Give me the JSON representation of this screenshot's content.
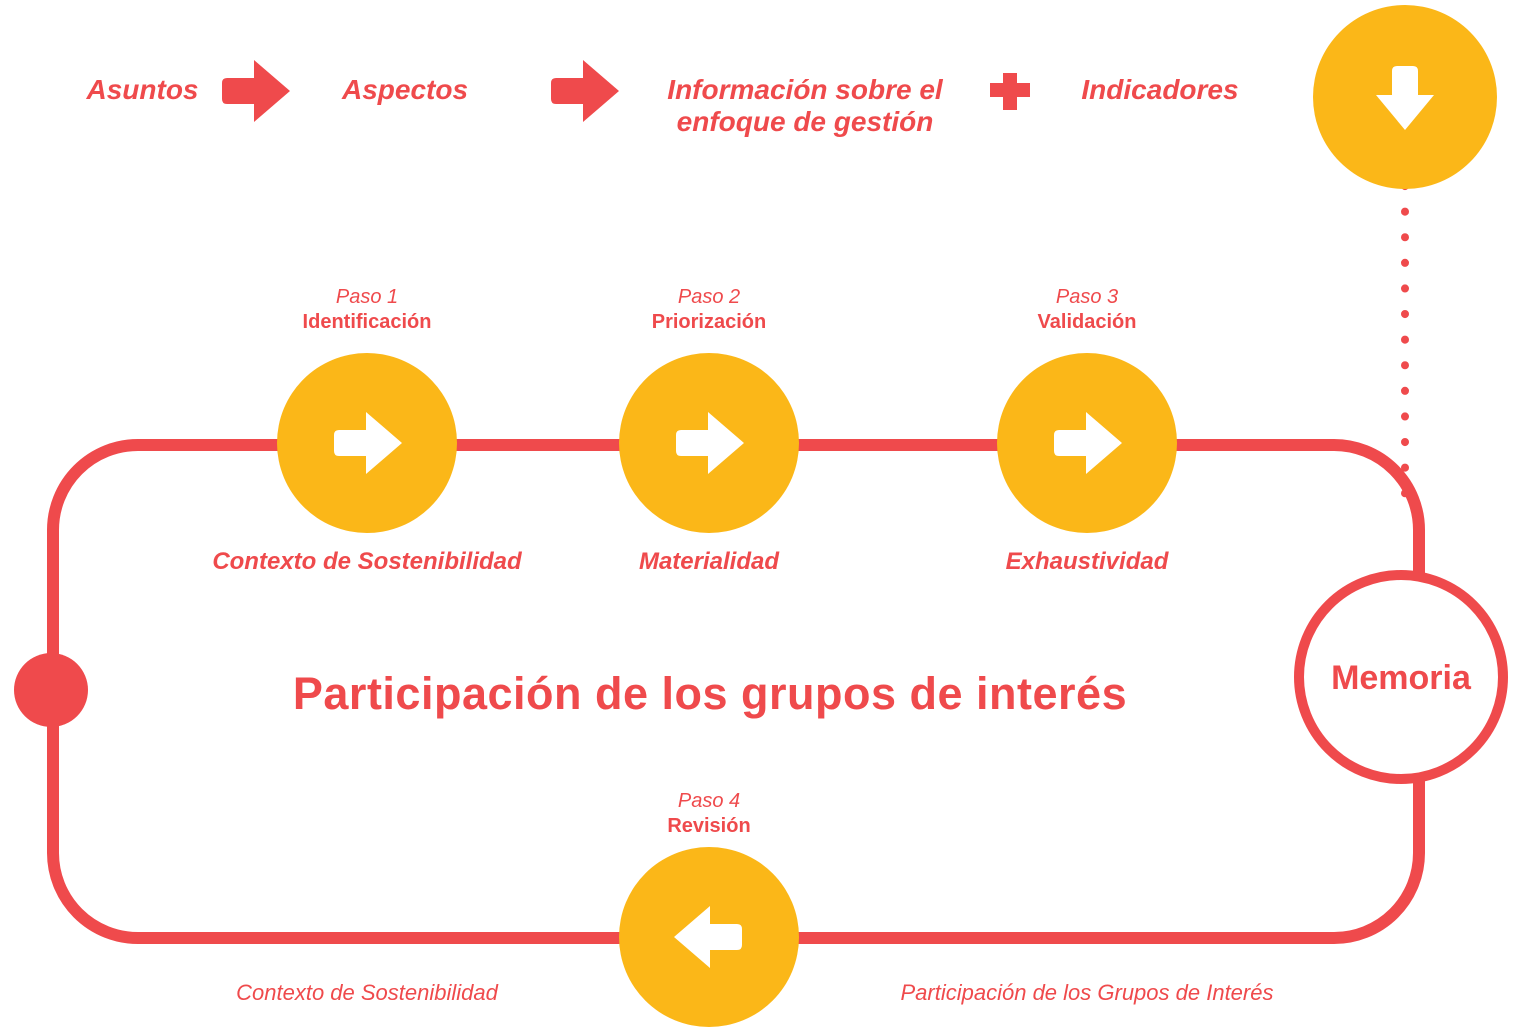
{
  "flow": {
    "item1": "Asuntos",
    "item2": "Aspectos",
    "item3_line1": "Información sobre el",
    "item3_line2": "enfoque de gestión",
    "item4": "Indicadores"
  },
  "steps": [
    {
      "num": "Paso 1",
      "name": "Identificación",
      "principle": "Contexto de Sostenibilidad"
    },
    {
      "num": "Paso 2",
      "name": "Priorización",
      "principle": "Materialidad"
    },
    {
      "num": "Paso 3",
      "name": "Validación",
      "principle": "Exhaustividad"
    },
    {
      "num": "Paso 4",
      "name": "Revisión"
    }
  ],
  "center_title": "Participación de los grupos de interés",
  "memoria": "Memoria",
  "bottom": {
    "left": "Contexto de Sostenibilidad",
    "right": "Participación de los Grupos de Interés"
  },
  "colors": {
    "red": "#ef4a4c",
    "yellow": "#fbb718",
    "white": "#ffffff"
  },
  "icons": {
    "flow_arrow": "arrow-right-icon",
    "plus": "plus-icon",
    "download": "arrow-down-icon",
    "step_forward": "arrow-right-icon",
    "step_back": "arrow-left-icon"
  }
}
